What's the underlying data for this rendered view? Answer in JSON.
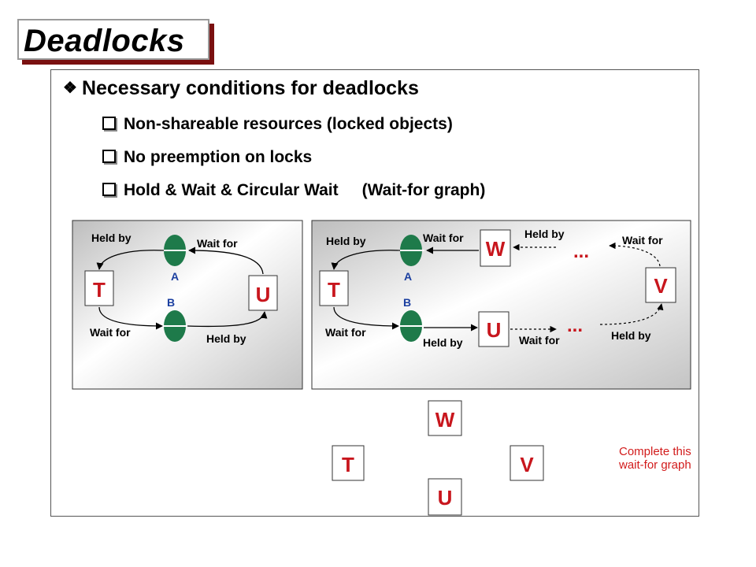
{
  "title": "Deadlocks",
  "bullet": "Necessary conditions for deadlocks",
  "sub_items": [
    "Non-shareable resources (locked objects)",
    "No preemption on locks",
    "Hold & Wait  &  Circular Wait",
    "(Wait-for graph)"
  ],
  "diagram1": {
    "nodes": {
      "t": "T",
      "u": "U"
    },
    "objects": {
      "a": "A",
      "b": "B"
    },
    "labels": {
      "held_by_top": "Held by",
      "wait_for_top": "Wait for",
      "wait_for_bottom": "Wait for",
      "held_by_bottom": "Held by"
    }
  },
  "diagram2": {
    "nodes": {
      "t": "T",
      "w": "W",
      "u": "U",
      "v": "V"
    },
    "objects": {
      "a": "A",
      "b": "B"
    },
    "ellipses": {
      "top": "...",
      "bottom": "..."
    },
    "labels": {
      "held_by_left": "Held by",
      "wait_for_a": "Wait for",
      "held_by_w": "Held by",
      "wait_for_right": "Wait for",
      "wait_for_left": "Wait for",
      "held_by_b": "Held by",
      "wait_for_u": "Wait for",
      "held_by_right": "Held by"
    }
  },
  "graph": {
    "w": "W",
    "t": "T",
    "v": "V",
    "u": "U"
  },
  "note": "Complete this wait-for graph",
  "colors": {
    "object_fill": "#1e7a4a",
    "note": "#d21b1b",
    "title_shadow": "#7a1010"
  }
}
